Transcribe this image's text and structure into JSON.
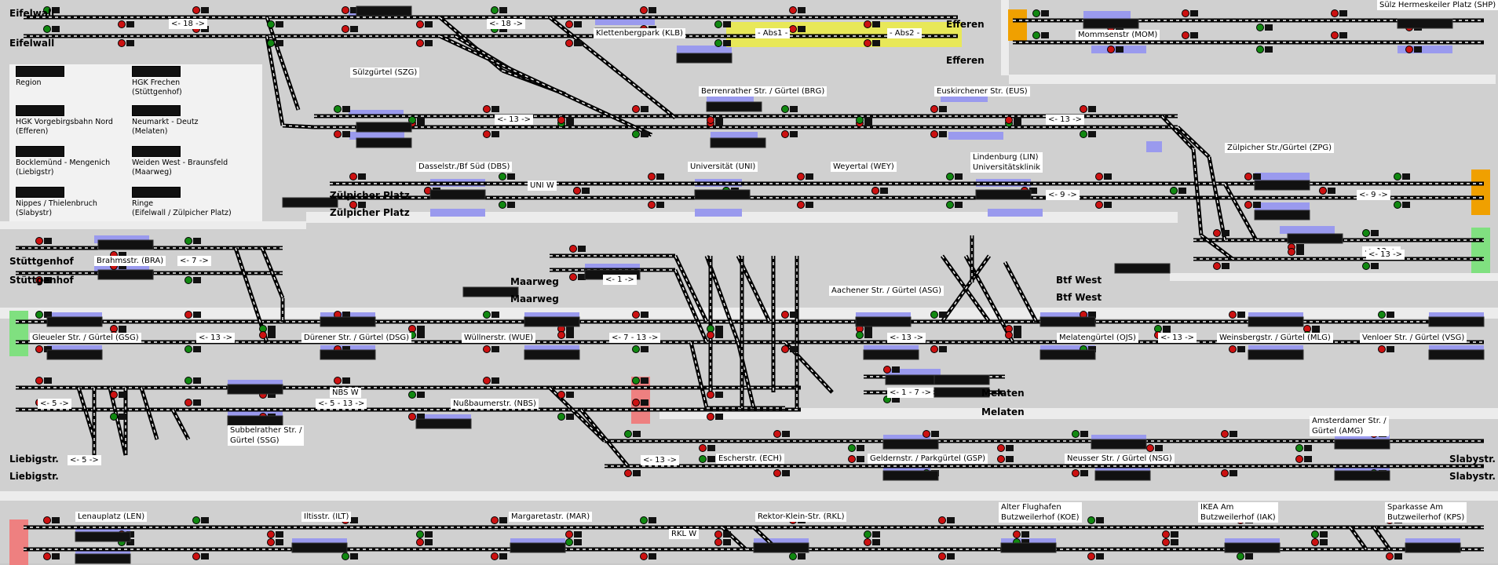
{
  "stations": [
    {
      "id": "eifelwall-top",
      "name": "Eifelwall"
    },
    {
      "id": "eifelwall-bottom",
      "name": "Eifelwall"
    },
    {
      "id": "efferen-top",
      "name": "Efferen"
    },
    {
      "id": "efferen-bottom",
      "name": "Efferen"
    },
    {
      "id": "zuelpicher-platz-top",
      "name": "Zülpicher Platz"
    },
    {
      "id": "zuelpicher-platz-bottom",
      "name": "Zülpicher Platz"
    },
    {
      "id": "stuettgenhof-top",
      "name": "Stüttgenhof"
    },
    {
      "id": "stuettgenhof-bottom",
      "name": "Stüttgenhof"
    },
    {
      "id": "maarweg-top",
      "name": "Maarweg"
    },
    {
      "id": "maarweg-bottom",
      "name": "Maarweg"
    },
    {
      "id": "btf-west-top",
      "name": "Btf West"
    },
    {
      "id": "btf-west-bottom",
      "name": "Btf West"
    },
    {
      "id": "melaten-top",
      "name": "Melaten"
    },
    {
      "id": "melaten-bottom",
      "name": "Melaten"
    },
    {
      "id": "liebigstr-top",
      "name": "Liebigstr."
    },
    {
      "id": "liebigstr-bottom",
      "name": "Liebigstr."
    },
    {
      "id": "slabystr-top",
      "name": "Slabystr."
    },
    {
      "id": "slabystr-bottom",
      "name": "Slabystr."
    }
  ],
  "stops": [
    {
      "id": "klettenbergpark",
      "name": "Klettenbergpark (KLB)"
    },
    {
      "id": "abs1",
      "name": "- Abs1 -"
    },
    {
      "id": "abs2",
      "name": "- Abs2 -"
    },
    {
      "id": "mommsenstr",
      "name": "Mommsenstr (MOM)"
    },
    {
      "id": "suelz",
      "name": "Sülz Hermeskeiler Platz (SHP)"
    },
    {
      "id": "suelzguertel",
      "name": "Sülzgürtel (SZG)"
    },
    {
      "id": "berrenrather",
      "name": "Berrenrather Str. / Gürtel (BRG)"
    },
    {
      "id": "euskirchener",
      "name": "Euskirchener Str. (EUS)"
    },
    {
      "id": "zuelpicher-zpg",
      "name": "Zülpicher Str./Gürtel (ZPG)"
    },
    {
      "id": "dasselstr",
      "name": "Dasselstr./Bf Süd (DBS)"
    },
    {
      "id": "universitaet",
      "name": "Universität (UNI)"
    },
    {
      "id": "weyertal",
      "name": "Weyertal (WEY)"
    },
    {
      "id": "lindenburg",
      "name": "Lindenburg (LIN)\nUniversitätsklinik"
    },
    {
      "id": "uni-w",
      "name": "UNI W"
    },
    {
      "id": "brahmsstr",
      "name": "Brahmsstr. (BRA)"
    },
    {
      "id": "aachener",
      "name": "Aachener Str. / Gürtel (ASG)"
    },
    {
      "id": "gleueler",
      "name": "Gleueler Str. / Gürtel (GSG)"
    },
    {
      "id": "duerener",
      "name": "Dürener Str. / Gürtel (DSG)"
    },
    {
      "id": "wuellner",
      "name": "Wüllnerstr. (WUE)"
    },
    {
      "id": "melatenguertel",
      "name": "Melatengürtel (OJS)"
    },
    {
      "id": "weinsberg",
      "name": "Weinsbergstr. / Gürtel (MLG)"
    },
    {
      "id": "venloer",
      "name": "Venloer Str. / Gürtel (VSG)"
    },
    {
      "id": "nbs-w",
      "name": "NBS W"
    },
    {
      "id": "nussbaumer",
      "name": "Nußbaumerstr. (NBS)"
    },
    {
      "id": "subbelrather",
      "name": "Subbelrather Str. /\nGürtel (SSG)"
    },
    {
      "id": "amsterdamer",
      "name": "Amsterdamer Str. /\nGürtel (AMG)"
    },
    {
      "id": "escherstr",
      "name": "Escherstr. (ECH)"
    },
    {
      "id": "geldern",
      "name": "Geldernstr. / Parkgürtel (GSP)"
    },
    {
      "id": "neusser",
      "name": "Neusser Str. / Gürtel (NSG)"
    },
    {
      "id": "lenauplatz",
      "name": "Lenauplatz (LEN)"
    },
    {
      "id": "iltisstr",
      "name": "Iltisstr. (ILT)"
    },
    {
      "id": "margareta",
      "name": "Margaretastr. (MAR)"
    },
    {
      "id": "rkl-w",
      "name": "RKL W"
    },
    {
      "id": "rektor",
      "name": "Rektor-Klein-Str. (RKL)"
    },
    {
      "id": "alter-flughafen",
      "name": "Alter Flughafen\nButzweilerhof (KOE)"
    },
    {
      "id": "ikea",
      "name": "IKEA Am\nButzweilerhof (IAK)"
    },
    {
      "id": "sparkasse",
      "name": "Sparkasse Am\nButzweilerhof (KPS)"
    }
  ],
  "directions": [
    {
      "id": "d1",
      "text": "<- 18 ->"
    },
    {
      "id": "d2",
      "text": "<- 18 ->"
    },
    {
      "id": "d3",
      "text": "<- 13 ->"
    },
    {
      "id": "d4",
      "text": "<- 13 ->"
    },
    {
      "id": "d5",
      "text": "<- 9 ->"
    },
    {
      "id": "d6",
      "text": "<- 9 ->"
    },
    {
      "id": "d7",
      "text": "<- 13 ->"
    },
    {
      "id": "d8",
      "text": "<- 7 ->"
    },
    {
      "id": "d9",
      "text": "<- 1 ->"
    },
    {
      "id": "d10",
      "text": "<- 13 ->"
    },
    {
      "id": "d11",
      "text": "<- 7 - 13 ->"
    },
    {
      "id": "d12",
      "text": "<- 13 ->"
    },
    {
      "id": "d13",
      "text": "<- 13 ->"
    },
    {
      "id": "d14",
      "text": "<- 13 ->"
    },
    {
      "id": "d15",
      "text": "<- 1 - 7 ->"
    },
    {
      "id": "d16",
      "text": "<- 5 - 13 ->"
    },
    {
      "id": "d17",
      "text": "<- 5 ->"
    },
    {
      "id": "d18",
      "text": "<- 5 ->"
    },
    {
      "id": "d19",
      "text": "<- 13 ->"
    }
  ],
  "legend": [
    {
      "id": "l1",
      "text": "Region"
    },
    {
      "id": "l2",
      "text": "HGK Frechen\n(Stüttgenhof)"
    },
    {
      "id": "l3",
      "text": "HGK Vorgebirgsbahn Nord\n(Efferen)"
    },
    {
      "id": "l4",
      "text": "Neumarkt - Deutz\n(Melaten)"
    },
    {
      "id": "l5",
      "text": "Bocklemünd - Mengenich\n(Liebigstr)"
    },
    {
      "id": "l6",
      "text": "Weiden West - Braunsfeld\n(Maarweg)"
    },
    {
      "id": "l7",
      "text": "Nippes / Thielenbruch\n(Slabystr)"
    },
    {
      "id": "l8",
      "text": "Ringe\n(Eifelwall / Zülpicher Platz)"
    }
  ],
  "colors": {
    "background": "#c8c8c8",
    "panel": "#e6e6e6",
    "track": "#000000",
    "track_dash": "#ffffff",
    "platform": "#9a9aee",
    "signal_red": "#cc1111",
    "signal_green": "#118811",
    "block_yellow": "#e8e858",
    "exit_orange": "#f0a000",
    "exit_green": "#80e080",
    "exit_red": "#ee8080"
  }
}
